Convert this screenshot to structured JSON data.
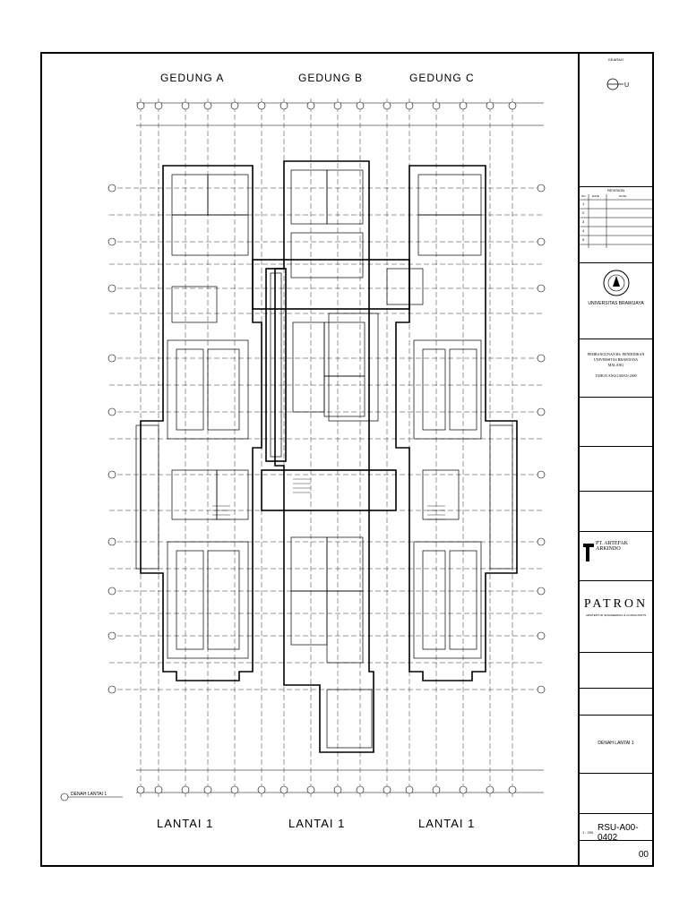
{
  "buildings": [
    "GEDUNG A",
    "GEDUNG B",
    "GEDUNG C"
  ],
  "floors": [
    "LANTAI 1",
    "LANTAI 1",
    "LANTAI 1"
  ],
  "plan_caption": "DENAH LANTAI 1",
  "title_block": {
    "north_label": "KEARAH",
    "revision_label": "REVISION",
    "revision_cols": [
      "NO.",
      "DATE",
      "NOTE"
    ],
    "revision_rows": [
      "1",
      "2",
      "3",
      "4",
      "5"
    ],
    "university": "UNIVERSITAS BRAWIJAYA",
    "project_lines": [
      "PEMBANGUNAN RS. PENDIDIKAN",
      "UNIVERSITAS BRAWIJAYA",
      "MALANG",
      "TAHUN ANGGARAN 2009"
    ],
    "consultant": "PT. ARTEFAK ARKINDO",
    "patron": "PATRON",
    "patron_sub": "ARSITEKTUR, ENGINEERING & CONSULTANTS",
    "drawing_title": "DENAH LANTAI 1",
    "drawing_number": "RSU-A00-0402",
    "revision_number": "00",
    "scale": "1 : 200"
  },
  "colors": {
    "line": "#000000",
    "background": "#ffffff"
  }
}
